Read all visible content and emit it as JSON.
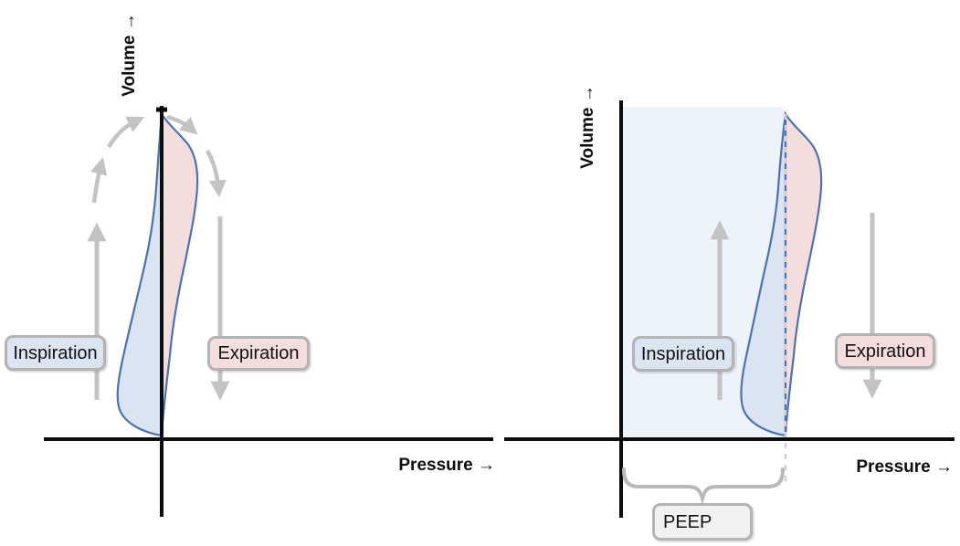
{
  "diagram": {
    "left_panel": {
      "volume_axis_label": "Volume →",
      "pressure_axis_label": "Pressure →",
      "inspiration_label": "Inspiration",
      "expiration_label": "Expiration"
    },
    "right_panel": {
      "volume_axis_label": "Volume →",
      "pressure_axis_label": "Pressure →",
      "inspiration_label": "Inspiration",
      "expiration_label": "Expiration",
      "peep_label": "PEEP"
    },
    "colors": {
      "inspiration_fill": "#dbe5f1",
      "expiration_fill": "#f4dedd",
      "peep_region_fill": "#edf3fa",
      "curve_stroke": "#4a72b4",
      "arrow_gray": "#c3c3c3",
      "label_border": "#b3b3b3",
      "axis_black": "#0d0d0d",
      "dashed_line": "#d6d1d1"
    }
  }
}
